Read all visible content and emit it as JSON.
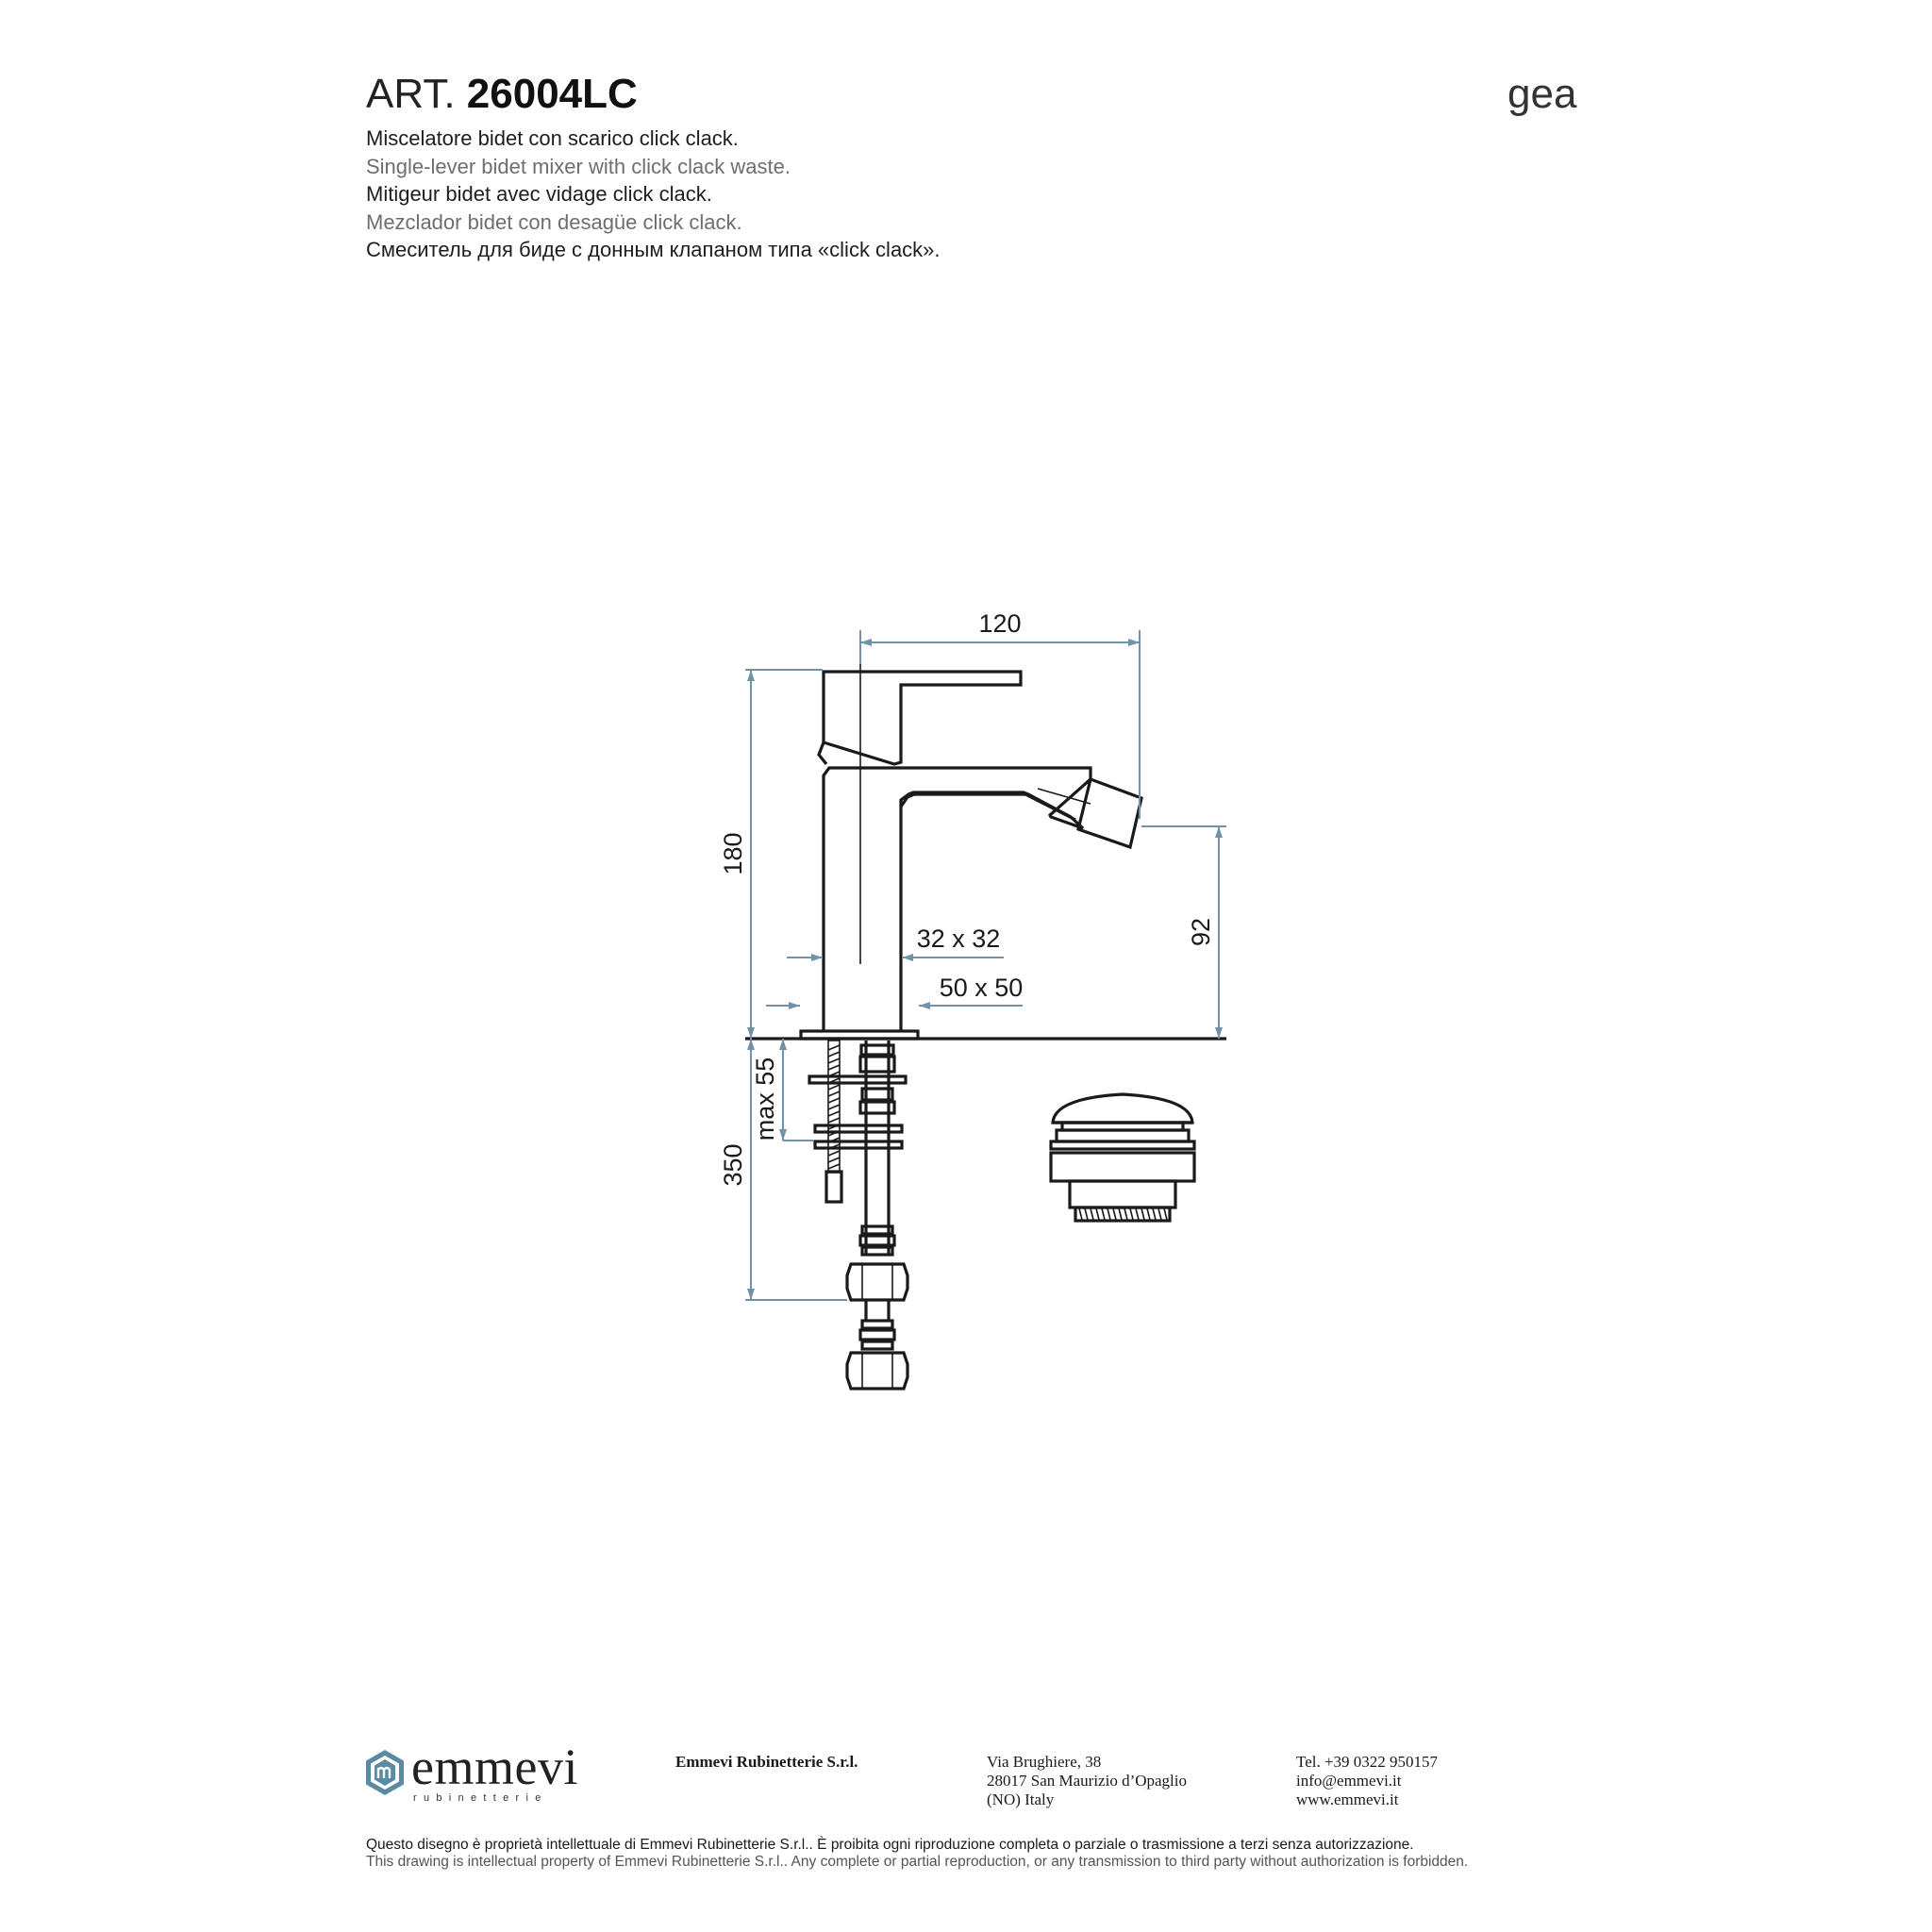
{
  "header": {
    "art_prefix": "ART.",
    "art_code": "26004LC",
    "brand": "gea",
    "descriptions": [
      "Miscelatore bidet con scarico click clack.",
      "Single-lever bidet mixer with click clack waste.",
      "Mitigeur bidet avec vidage click clack.",
      "Mezclador bidet con desagüe click clack.",
      "Смеситель для биде с донным клапаном типа «click clack»."
    ]
  },
  "dimensions": {
    "width_top": "120",
    "height_total": "180",
    "spout_height": "92",
    "body_section": "32 x 32",
    "base_section": "50 x 50",
    "deck_thickness": "max 55",
    "hose_length": "350"
  },
  "colors": {
    "dimension_line": "#6f93a7",
    "object_line": "#1a1a1a",
    "logo_accent": "#5b8aa3"
  },
  "footer": {
    "logo": {
      "word": "emmevi",
      "sub": "rubinetterie",
      "icon": "emmevi-hexagon-logo-icon"
    },
    "company": "Emmevi Rubinetterie S.r.l.",
    "address": [
      "Via Brughiere, 38",
      "28017 San Maurizio d’Opaglio",
      "(NO) Italy"
    ],
    "contact": [
      "Tel. +39 0322 950157",
      "info@emmevi.it",
      "www.emmevi.it"
    ],
    "legal_it": "Questo disegno è proprietà intellettuale di Emmevi Rubinetterie S.r.l.. È proibita ogni riproduzione completa o parziale o trasmissione a terzi senza autorizzazione.",
    "legal_en": "This drawing is intellectual property of Emmevi Rubinetterie S.r.l.. Any complete or partial reproduction, or any transmission to third party without authorization is forbidden."
  }
}
